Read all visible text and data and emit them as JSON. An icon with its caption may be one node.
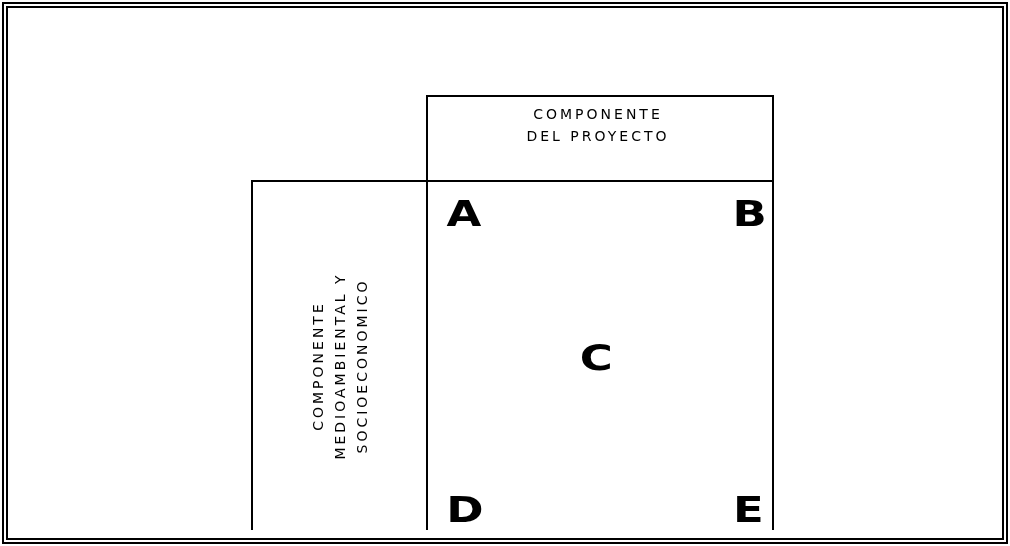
{
  "diagram": {
    "nodes": [
      {
        "text": [
          "COMPONENTE DEL PROYECTO"
        ]
      },
      {
        "text": [
          "COMPONENTE MEDIOAMBIENTAL Y SOCIOECONOMICO"
        ]
      },
      {
        "text": [
          "A",
          "B",
          "C",
          "D",
          "E"
        ]
      }
    ]
  }
}
